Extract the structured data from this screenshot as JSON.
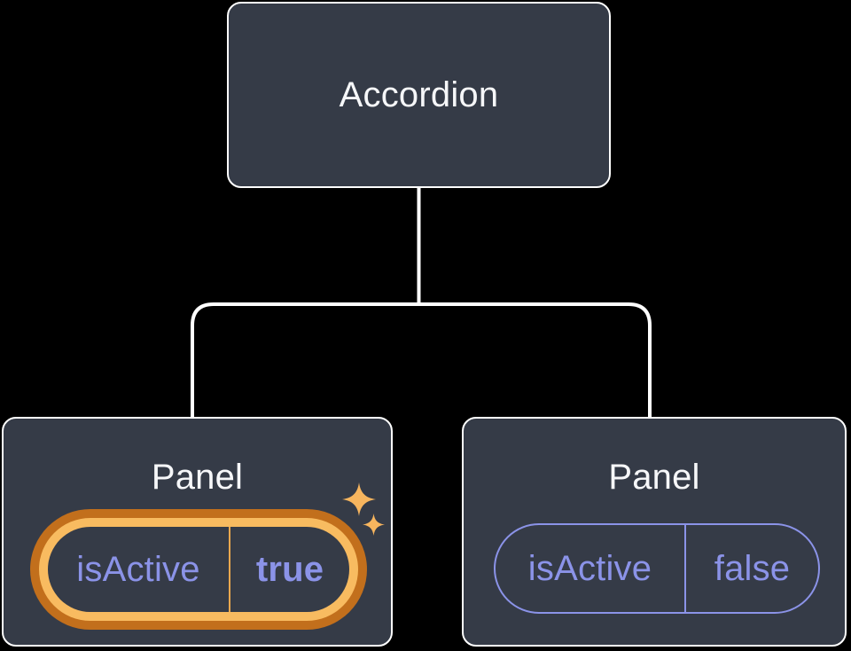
{
  "colors": {
    "background": "#000000",
    "card": "#353b47",
    "card-border": "#ffffff",
    "title": "#f6f7f9",
    "purple": "#8b93e8",
    "ring-gold": "#f8bb60",
    "ring-orange": "#c26f1c",
    "divider-gold": "#eda84e",
    "sparkle": "#f7b55e",
    "connector": "#ffffff"
  },
  "icons": {
    "highlight": "sparkle-icon"
  },
  "tree": {
    "root": {
      "label": "Accordion"
    },
    "children": [
      {
        "label": "Panel",
        "state": {
          "key": "isActive",
          "value": "true",
          "highlighted": true
        }
      },
      {
        "label": "Panel",
        "state": {
          "key": "isActive",
          "value": "false",
          "highlighted": false
        }
      }
    ]
  }
}
